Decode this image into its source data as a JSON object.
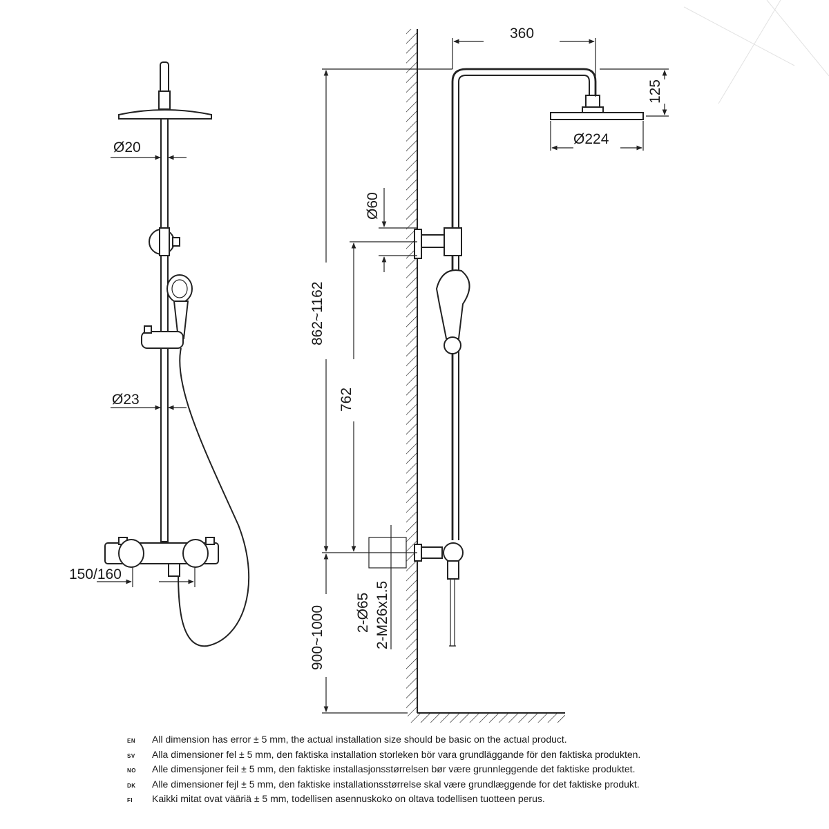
{
  "dimensions": {
    "rail_diameter": "Ø20",
    "lower_rail_diameter": "Ø23",
    "mixer_width": "150/160",
    "arm_reach": "360",
    "head_drop": "125",
    "head_diameter": "Ø224",
    "wall_bracket_diameter": "Ø60",
    "total_height": "862~1162",
    "rail_height": "762",
    "cover_diameter": "2-Ø65",
    "thread": "2-M26x1.5",
    "install_height": "900~1000"
  },
  "notes": [
    {
      "lang": "EN",
      "text": "All dimension has error ± 5 mm, the actual installation size should be basic on the actual product."
    },
    {
      "lang": "SV",
      "text": "Alla dimensioner fel ± 5 mm, den faktiska installation storleken bör vara grundläggande för den faktiska produkten."
    },
    {
      "lang": "NO",
      "text": "Alle dimensjoner feil ± 5 mm, den faktiske installasjonsstørrelsen bør være grunnleggende det faktiske produktet."
    },
    {
      "lang": "DK",
      "text": "Alle dimensioner fejl ± 5 mm, den faktiske installationsstørrelse skal være grundlæggende for det faktiske produkt."
    },
    {
      "lang": "FI",
      "text": "Kaikki mitat ovat vääriä ± 5 mm, todellisen asennuskoko on oltava todellisen tuotteen perus."
    }
  ]
}
